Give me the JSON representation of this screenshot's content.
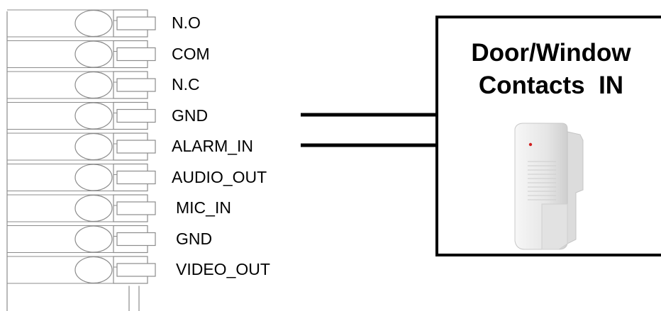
{
  "connector": {
    "pins": [
      {
        "label": "N.O"
      },
      {
        "label": "COM"
      },
      {
        "label": "N.C"
      },
      {
        "label": "GND"
      },
      {
        "label": "ALARM_IN"
      },
      {
        "label": "AUDIO_OUT"
      },
      {
        "label": "MIC_IN"
      },
      {
        "label": "GND"
      },
      {
        "label": "VIDEO_OUT"
      }
    ]
  },
  "device": {
    "title_line1": "Door/Window",
    "title_line2": "Contacts  IN",
    "icon": "door-window-sensor-icon"
  },
  "colors": {
    "line": "#000000",
    "outline": "#8c8c8c",
    "sensor_body": "#ececec",
    "sensor_led": "#d02020"
  }
}
